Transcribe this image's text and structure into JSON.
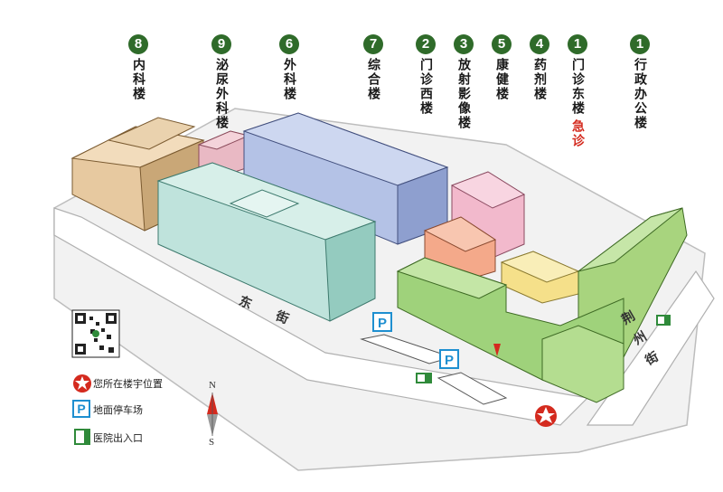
{
  "buildings": [
    {
      "number": "8",
      "name": "内科楼"
    },
    {
      "number": "9",
      "name": "泌尿外科楼"
    },
    {
      "number": "6",
      "name": "外科楼"
    },
    {
      "number": "7",
      "name": "综合楼"
    },
    {
      "number": "2",
      "name": "门诊西楼"
    },
    {
      "number": "3",
      "name": "放射影像楼"
    },
    {
      "number": "5",
      "name": "康健楼"
    },
    {
      "number": "4",
      "name": "药剂楼"
    },
    {
      "number": "1",
      "name": "门诊东楼",
      "extra": "急诊"
    },
    {
      "number": "1",
      "name": "行政办公楼"
    }
  ],
  "streets": {
    "east_street": "东街",
    "jingzhou_street": "荆州街"
  },
  "legend": {
    "you_are_here": "您所在楼宇位置",
    "parking": "地面停车场",
    "entrance": "医院出入口"
  },
  "parking_symbol": "P",
  "compass": {
    "north": "N",
    "south": "S"
  },
  "colors": {
    "badge": "#2f6b2a",
    "emergency": "#d42a1e",
    "parking": "#1e8fd0"
  }
}
